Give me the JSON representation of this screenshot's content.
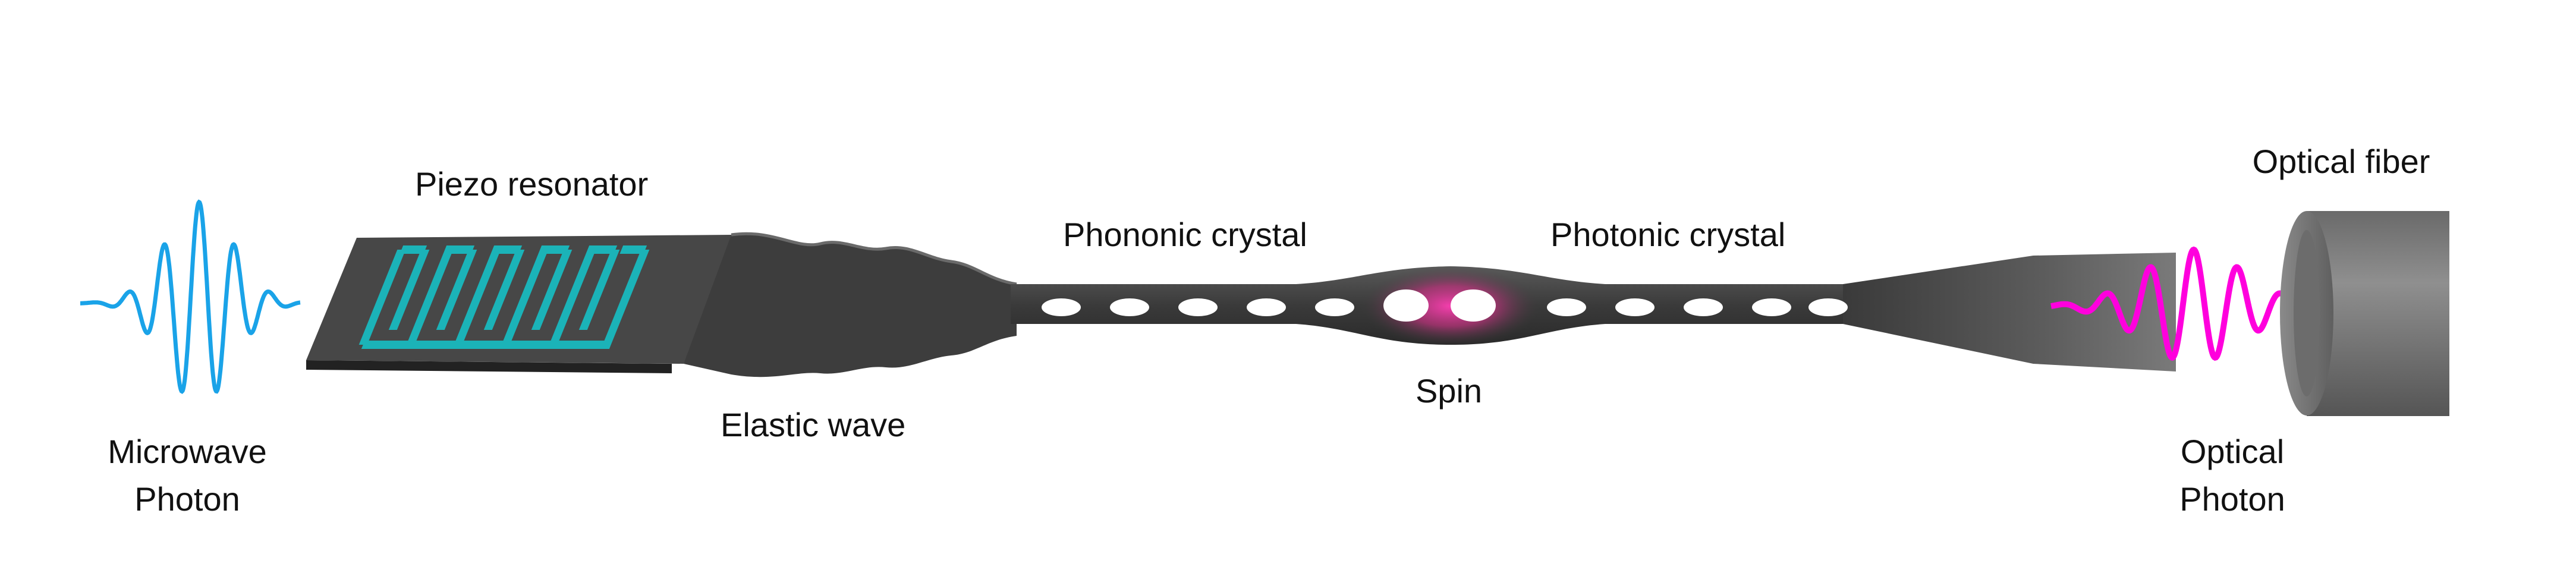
{
  "labels": {
    "microwave_line1": "Microwave",
    "microwave_line2": "Photon",
    "piezo": "Piezo resonator",
    "elastic": "Elastic wave",
    "phononic": "Phononic crystal",
    "photonic": "Photonic crystal",
    "spin": "Spin",
    "optical_fiber": "Optical fiber",
    "optical_line1": "Optical",
    "optical_line2": "Photon"
  },
  "colors": {
    "microwave_wave": "#1aa3e8",
    "optical_wave": "#ff00dd",
    "piezo_electrode": "#1bb3b8",
    "beam": "#3e3e3e",
    "spin_glow": "#e0338f",
    "fiber": "#7a7a7a"
  },
  "icons": {
    "microwave": "microwave-photon-wavepacket-icon",
    "optical": "optical-photon-wavepacket-icon",
    "fiber": "optical-fiber-cylinder-icon",
    "electrode": "interdigital-transducer-icon"
  }
}
